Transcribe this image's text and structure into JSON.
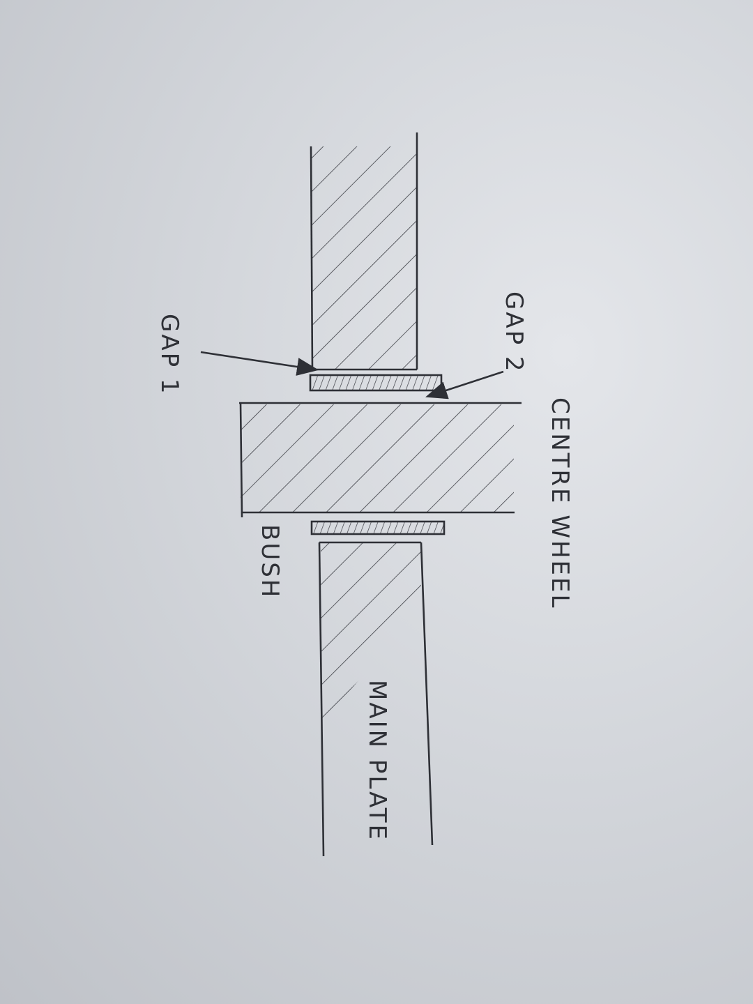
{
  "diagram": {
    "labels": {
      "gap1": "GAP 1",
      "gap2": "GAP 2",
      "centre_wheel": "CENTRE WHEEL",
      "bush": "BUSH",
      "main_plate": "MAIN PLATE"
    },
    "colors": {
      "paper": "#d6d9de",
      "ink": "#2e3036"
    }
  }
}
